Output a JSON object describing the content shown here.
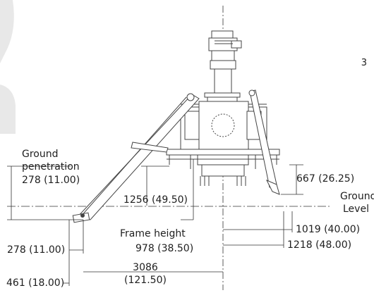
{
  "page_number": "3",
  "dims": {
    "ground_penetration": [
      "Ground",
      "penetration",
      "278 (11.00)"
    ],
    "ground_level": [
      "Ground",
      "Level"
    ],
    "clearance": "667 (26.25)",
    "drop_to_ground": "1256 (49.50)",
    "frame_height": [
      "Frame height",
      "978 (38.50)"
    ],
    "offset_1": "1019 (40.00)",
    "offset_2": "1218 (48.00)",
    "foot_width": "278 (11.00)",
    "foot_reach": "461 (18.00)",
    "total_reach": [
      "3086",
      "(121.50)"
    ]
  }
}
